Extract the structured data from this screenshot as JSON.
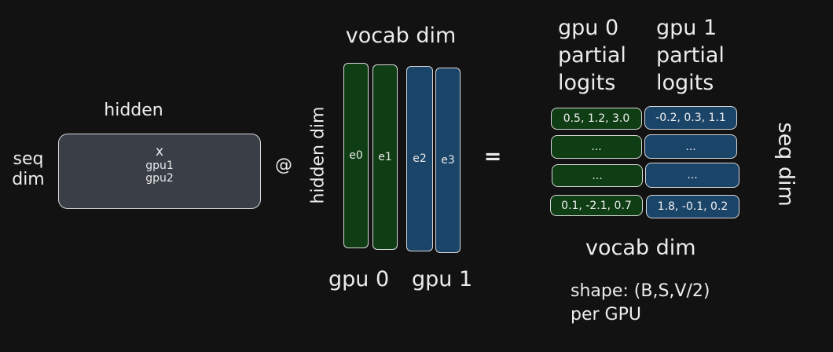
{
  "input_matrix": {
    "top_label": "hidden",
    "left_label_line1": "seq",
    "left_label_line2": "dim",
    "symbol": "x",
    "line1": "gpu1",
    "line2": "gpu2"
  },
  "matmul_op": "@",
  "embedding": {
    "top_label": "vocab dim",
    "side_label": "hidden dim",
    "columns": [
      "e0",
      "e1",
      "e2",
      "e3"
    ],
    "gpu0_label": "gpu 0",
    "gpu1_label": "gpu 1"
  },
  "equals_op": "=",
  "output": {
    "gpu0_header": [
      "gpu 0",
      "partial",
      "logits"
    ],
    "gpu1_header": [
      "gpu 1",
      "partial",
      "logits"
    ],
    "rows": [
      {
        "gpu0": "0.5, 1.2, 3.0",
        "gpu1": "-0.2, 0.3, 1.1"
      },
      {
        "gpu0": "...",
        "gpu1": "..."
      },
      {
        "gpu0": "...",
        "gpu1": "..."
      },
      {
        "gpu0": "0.1, -2.1, 0.7",
        "gpu1": "1.8, -0.1, 0.2"
      }
    ],
    "side_label": "seq dim",
    "bottom_label": "vocab dim",
    "shape_line1": "shape: (B,S,V/2)",
    "shape_line2": "per GPU"
  },
  "colors": {
    "background": "#121212",
    "matrix_fill": "#3a3f47",
    "gpu0_fill": "#0f3d14",
    "gpu1_fill": "#1b4469",
    "stroke": "#d8d8d8"
  }
}
